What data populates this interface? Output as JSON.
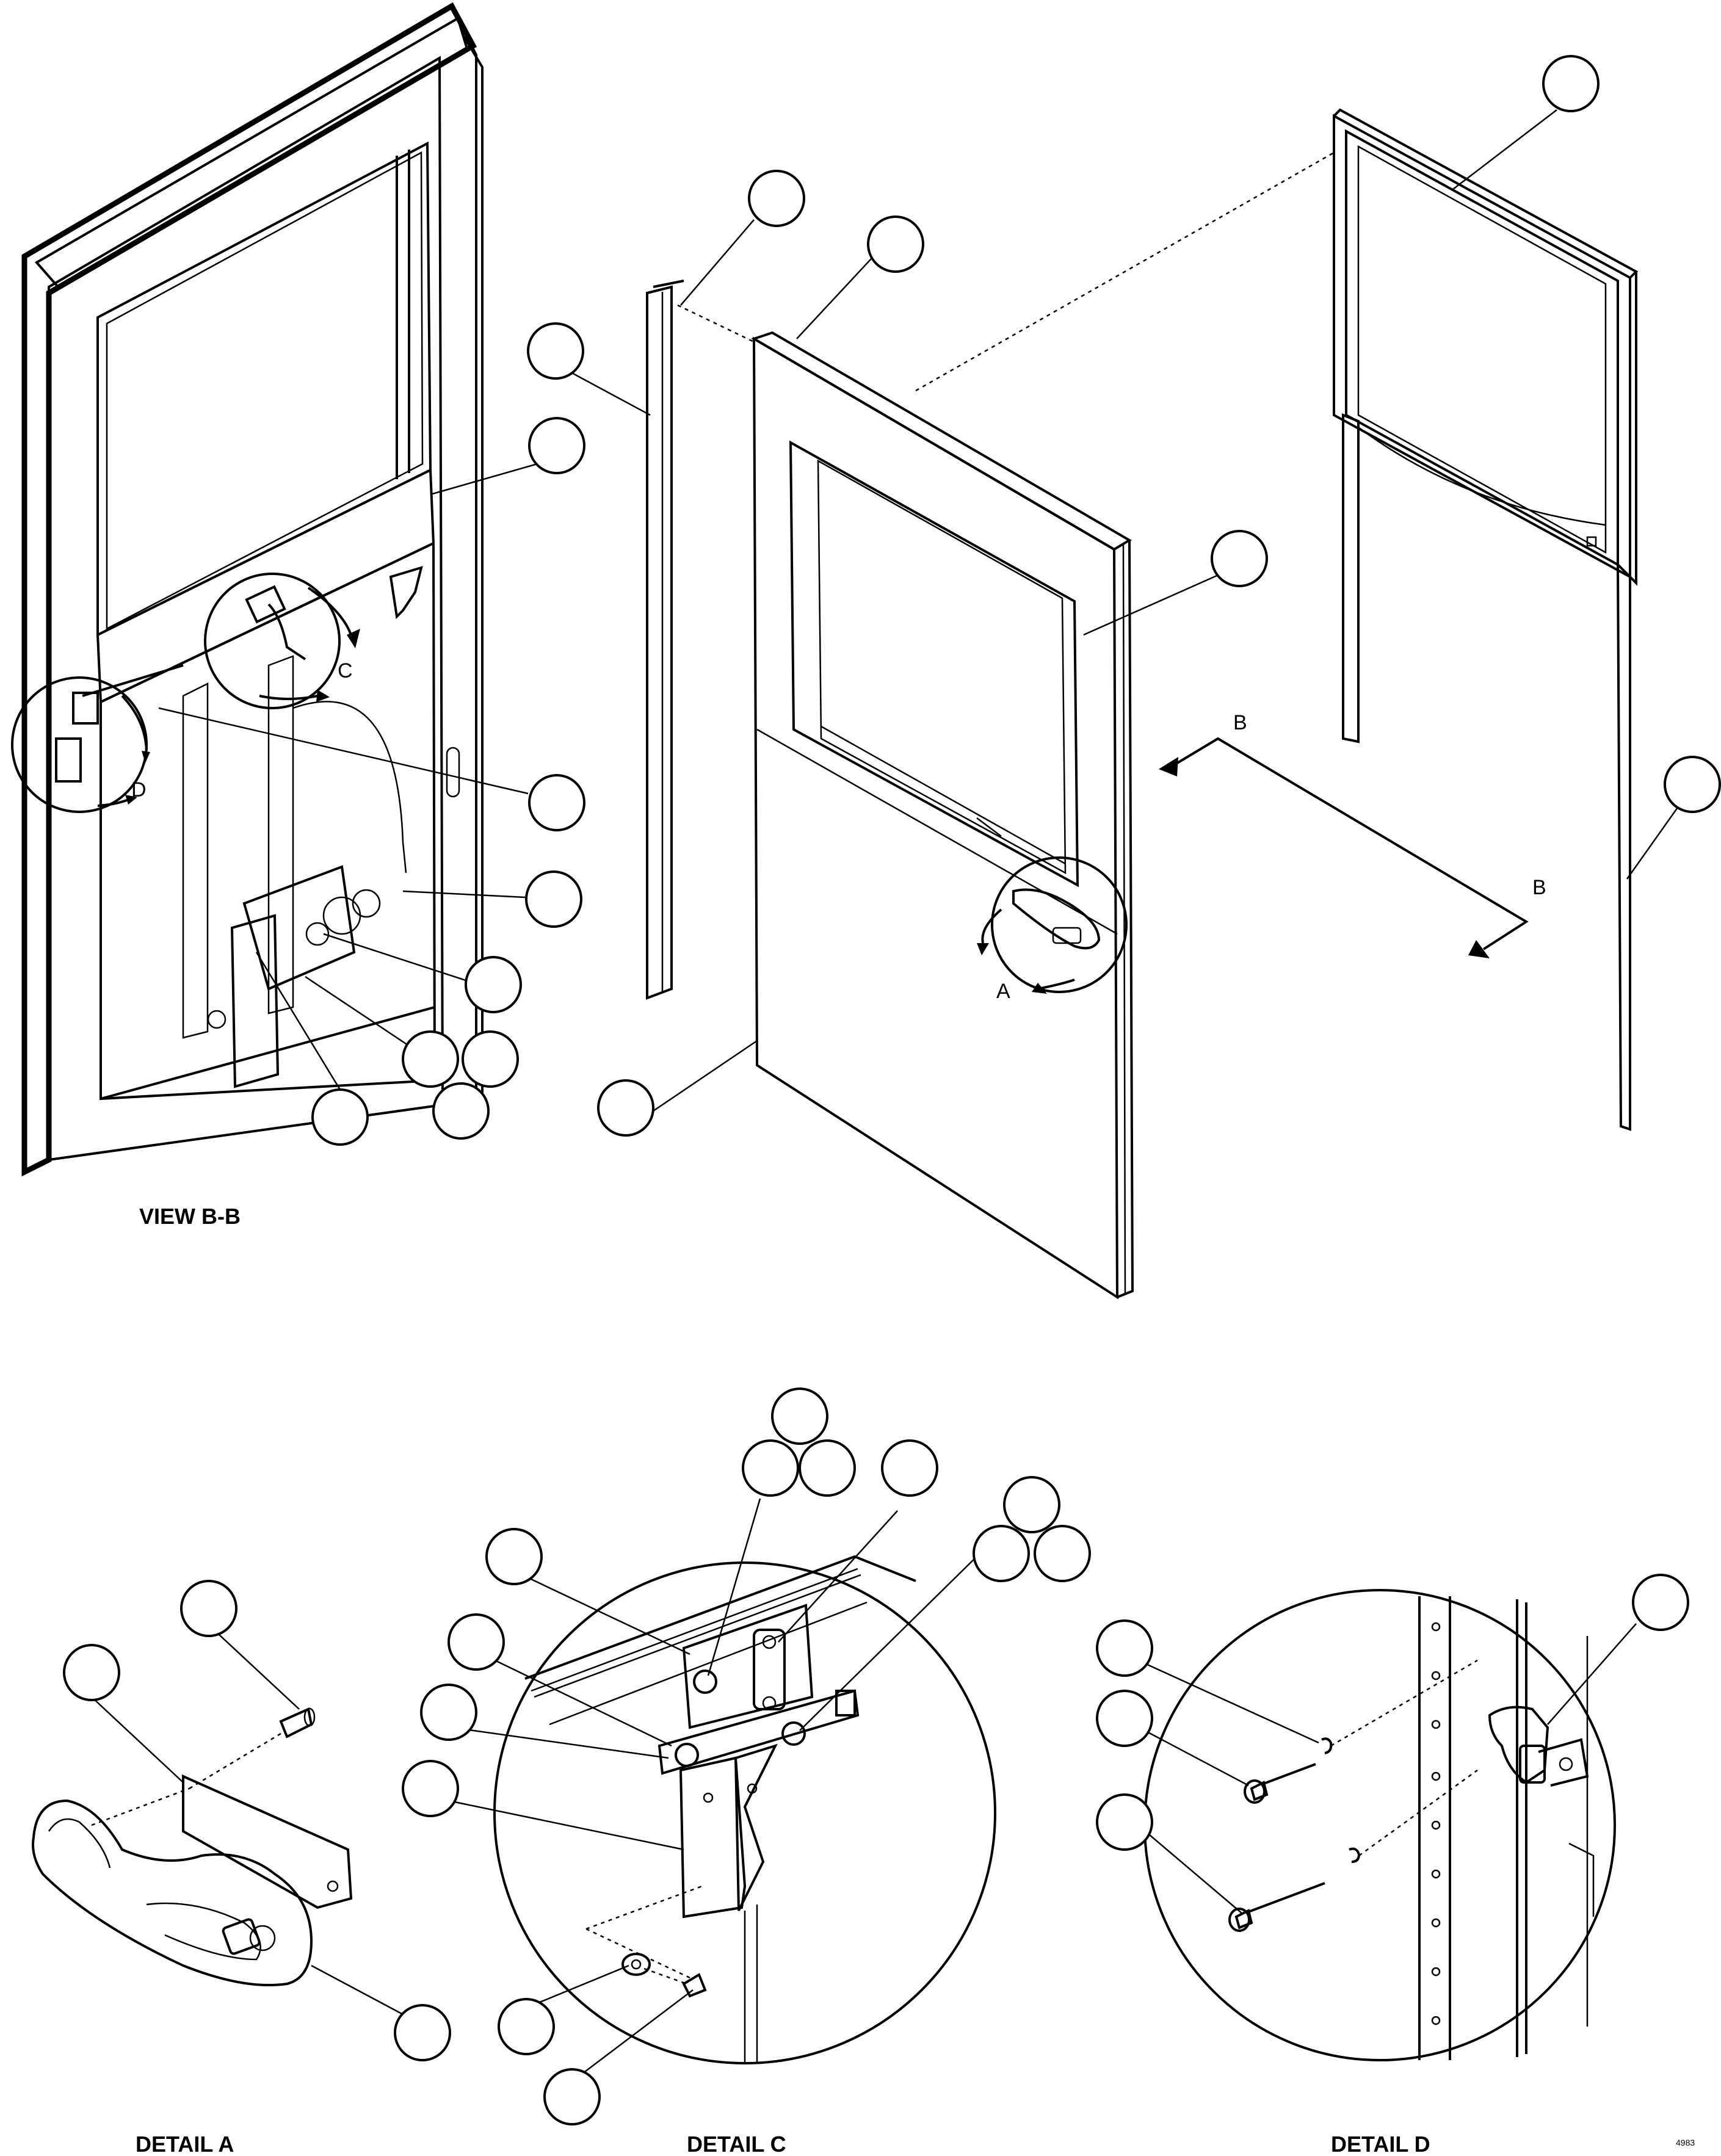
{
  "captions": {
    "view_bb": "VIEW B-B",
    "detail_a": "DETAIL A",
    "detail_c": "DETAIL C",
    "detail_d": "DETAIL D"
  },
  "detail_letters": {
    "a": "A",
    "b1": "B",
    "b2": "B",
    "c": "C",
    "d": "D"
  },
  "drawing_id": "4983"
}
